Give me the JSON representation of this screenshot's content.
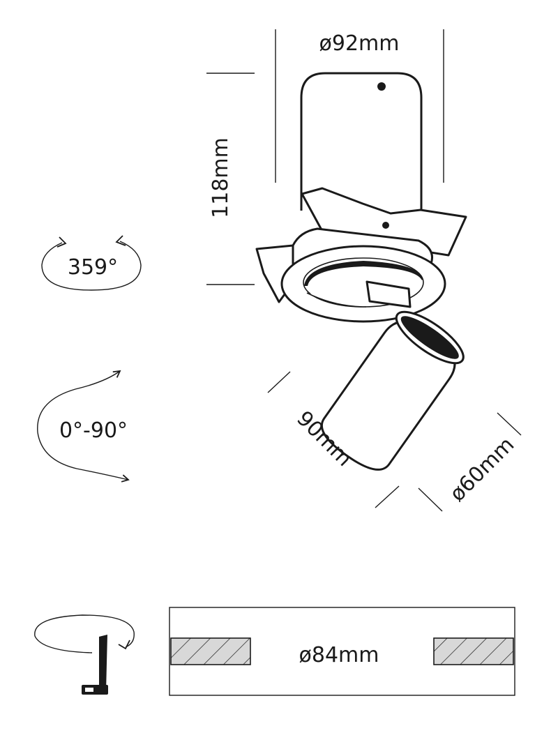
{
  "dimensions": {
    "top_diameter": "ø92mm",
    "height": "118mm",
    "head_length": "90mm",
    "head_diameter": "ø60mm",
    "cutout_diameter": "ø84mm"
  },
  "rotation": {
    "horizontal": "359°",
    "tilt": "0°-90°"
  },
  "colors": {
    "line": "#1a1a1a",
    "background": "#ffffff",
    "hatch_fill": "#d8d8d8"
  },
  "icons": [
    "rotation-arrows-icon",
    "tilt-arrows-icon",
    "ceiling-clip-icon"
  ]
}
